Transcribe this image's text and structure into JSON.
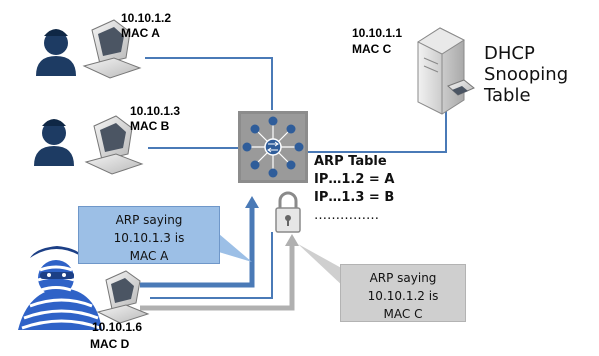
{
  "hosts": [
    {
      "ip": "10.10.1.2",
      "mac": "MAC A"
    },
    {
      "ip": "10.10.1.3",
      "mac": "MAC B"
    },
    {
      "ip": "10.10.1.1",
      "mac": "MAC C"
    },
    {
      "ip": "10.10.1.6",
      "mac": "MAC D"
    }
  ],
  "dhcp_server": {
    "label_lines": [
      "DHCP",
      "Snooping",
      "Table"
    ]
  },
  "arp_table": {
    "title": "ARP Table",
    "rows": [
      "IP…1.2 = A",
      "IP…1.3 = B",
      "……………"
    ]
  },
  "callouts": {
    "spoof_one": [
      "ARP saying",
      "10.10.1.3 is",
      "MAC A"
    ],
    "spoof_two": [
      "ARP saying",
      "10.10.1.2 is",
      "MAC C"
    ]
  },
  "colors": {
    "link": "#4a7ab7",
    "switch_body": "#8c8c8c",
    "node": "#2f5d9a",
    "callout_blue": "#9cbfe6",
    "callout_gray": "#cfcfcf"
  },
  "icons": [
    "user-icon",
    "computer-icon",
    "server-icon",
    "switch-icon",
    "lock-icon",
    "attacker-icon"
  ]
}
